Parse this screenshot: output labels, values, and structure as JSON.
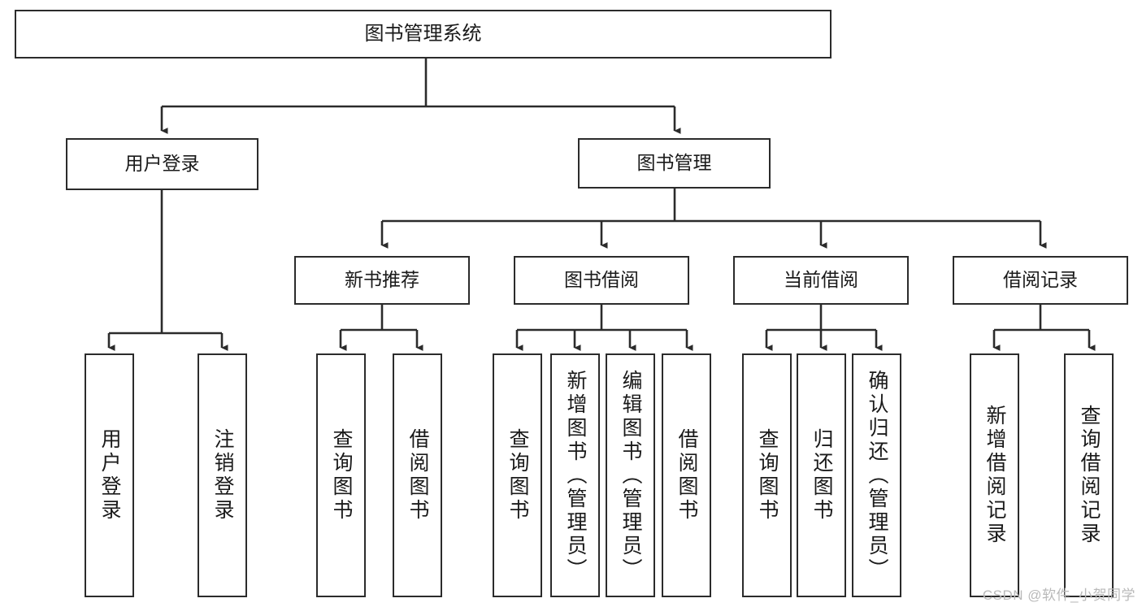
{
  "diagram": {
    "title": "图书管理系统",
    "type": "tree",
    "watermark": "CSDN @软件_小贺同学",
    "colors": {
      "stroke": "#2b2b2b",
      "fill": "#ffffff",
      "text": "#1a1a1a",
      "watermark": "#b9b9b9"
    },
    "nodes": {
      "root": {
        "label": "图书管理系统"
      },
      "level2": [
        {
          "label": "用户登录"
        },
        {
          "label": "图书管理"
        }
      ],
      "level3": [
        {
          "label": "新书推荐"
        },
        {
          "label": "图书借阅"
        },
        {
          "label": "当前借阅"
        },
        {
          "label": "借阅记录"
        }
      ],
      "leaves_user_login": [
        {
          "label": "用户登录"
        },
        {
          "label": "注销登录"
        }
      ],
      "leaves_new_book": [
        {
          "label": "查询图书"
        },
        {
          "label": "借阅图书"
        }
      ],
      "leaves_borrow": [
        {
          "label": "查询图书"
        },
        {
          "label": "新增图书（管理员）"
        },
        {
          "label": "编辑图书（管理员）"
        },
        {
          "label": "借阅图书"
        }
      ],
      "leaves_current": [
        {
          "label": "查询图书"
        },
        {
          "label": "归还图书"
        },
        {
          "label": "确认归还（管理员）"
        }
      ],
      "leaves_record": [
        {
          "label": "新增借阅记录"
        },
        {
          "label": "查询借阅记录"
        }
      ]
    }
  }
}
